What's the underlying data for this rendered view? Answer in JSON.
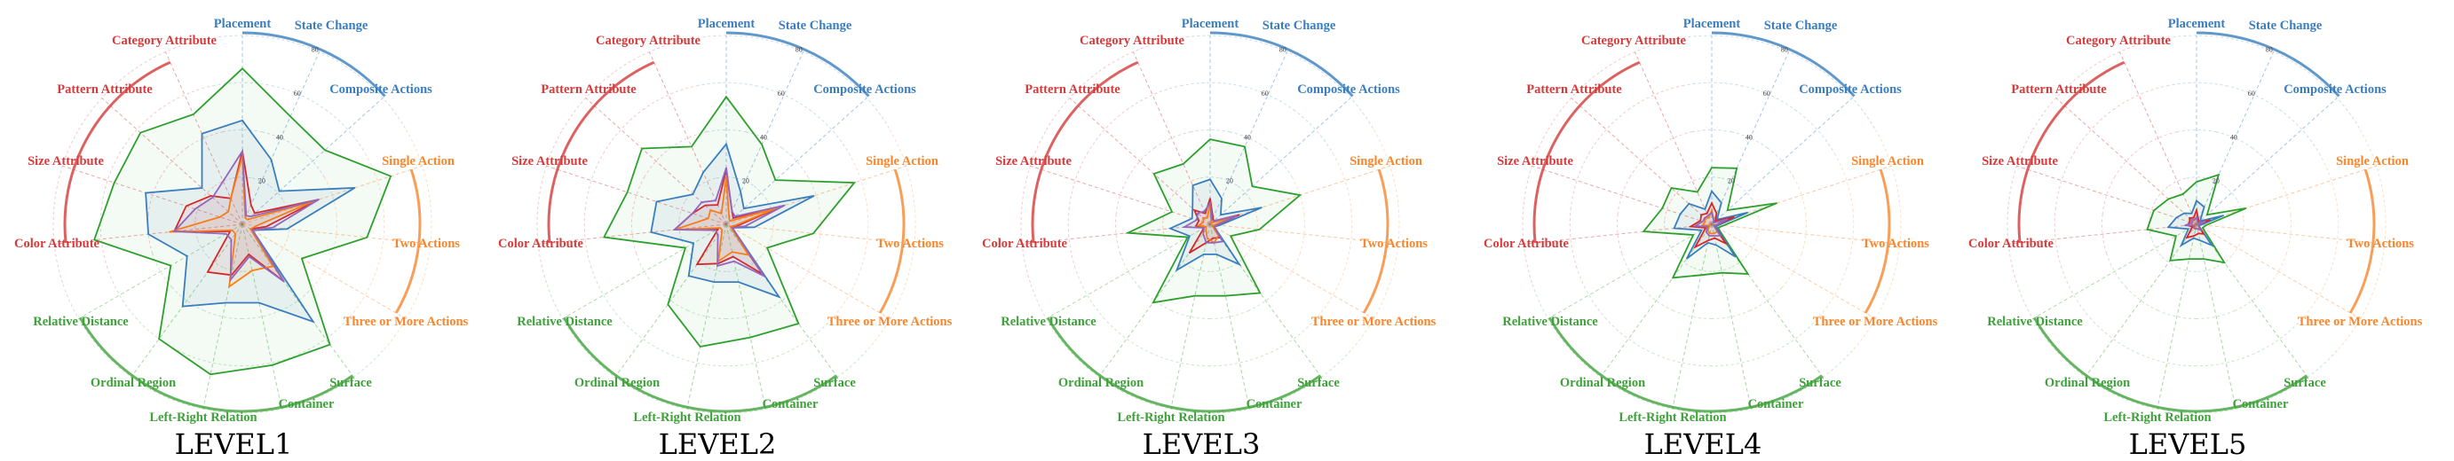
{
  "chart_data": [
    {
      "type": "radar",
      "title": "LEVEL1",
      "categories": [
        "Placement",
        "State Change",
        "Composite Actions",
        "Single Action",
        "Two Actions",
        "Three or More Actions",
        "Surface",
        "Container",
        "Left-Right Relation",
        "Ordinal Region",
        "Relative Distance",
        "Color Attribute",
        "Size Attribute",
        "Pattern Attribute",
        "Category Attribute"
      ],
      "category_colors": [
        "#3a7ebf",
        "#3a7ebf",
        "#3a7ebf",
        "#f8862c",
        "#f8862c",
        "#f8862c",
        "#3ea13a",
        "#3ea13a",
        "#3ea13a",
        "#3ea13a",
        "#3ea13a",
        "#d63a3a",
        "#d63a3a",
        "#d63a3a",
        "#d63a3a"
      ],
      "rlim": [
        0,
        80
      ],
      "rticks": [
        "20",
        "40",
        "60",
        "80"
      ],
      "grid": true,
      "series": [
        {
          "color": "#2ca02c",
          "values": [
            66,
            50,
            47,
            66,
            53,
            29,
            63,
            61,
            65,
            60,
            35,
            63,
            57,
            58,
            51
          ]
        },
        {
          "color": "#3a7ebf",
          "values": [
            44,
            30,
            21,
            50,
            19,
            5,
            51,
            34,
            34,
            43,
            27,
            40,
            43,
            23,
            42
          ]
        },
        {
          "color": "#d62728",
          "values": [
            31,
            9,
            7,
            34,
            10,
            4,
            30,
            13,
            22,
            25,
            6,
            29,
            25,
            18,
            12
          ]
        },
        {
          "color": "#ff7f0e",
          "values": [
            29,
            3,
            3,
            32,
            6,
            4,
            22,
            20,
            27,
            5,
            5,
            31,
            10,
            8,
            12
          ]
        },
        {
          "color": "#9467bd",
          "values": [
            31,
            4,
            5,
            34,
            13,
            5,
            30,
            14,
            24,
            8,
            8,
            29,
            21,
            17,
            20
          ]
        }
      ]
    },
    {
      "type": "radar",
      "title": "LEVEL2",
      "categories": [
        "Placement",
        "State Change",
        "Composite Actions",
        "Single Action",
        "Two Actions",
        "Three or More Actions",
        "Surface",
        "Container",
        "Left-Right Relation",
        "Ordinal Region",
        "Relative Distance",
        "Color Attribute",
        "Size Attribute",
        "Pattern Attribute",
        "Category Attribute"
      ],
      "category_colors": [
        "#3a7ebf",
        "#3a7ebf",
        "#3a7ebf",
        "#f8862c",
        "#f8862c",
        "#f8862c",
        "#3ea13a",
        "#3ea13a",
        "#3ea13a",
        "#3ea13a",
        "#3ea13a",
        "#d63a3a",
        "#d63a3a",
        "#d63a3a",
        "#d63a3a"
      ],
      "rlim": [
        0,
        80
      ],
      "rticks": [
        "20",
        "40",
        "60",
        "80"
      ],
      "grid": true,
      "series": [
        {
          "color": "#2ca02c",
          "values": [
            54,
            37,
            28,
            57,
            37,
            20,
            52,
            49,
            53,
            42,
            20,
            52,
            44,
            48,
            36
          ]
        },
        {
          "color": "#3a7ebf",
          "values": [
            34,
            15,
            10,
            39,
            12,
            3,
            38,
            25,
            25,
            27,
            16,
            32,
            31,
            19,
            24
          ]
        },
        {
          "color": "#d62728",
          "values": [
            23,
            6,
            4,
            25,
            5,
            2,
            26,
            14,
            17,
            21,
            4,
            22,
            15,
            12,
            9
          ]
        },
        {
          "color": "#ff7f0e",
          "values": [
            20,
            3,
            2,
            23,
            4,
            2,
            16,
            12,
            16,
            3,
            3,
            22,
            8,
            9,
            5
          ]
        },
        {
          "color": "#9467bd",
          "values": [
            24,
            6,
            5,
            26,
            8,
            3,
            27,
            16,
            18,
            6,
            5,
            22,
            15,
            14,
            11
          ]
        }
      ]
    },
    {
      "type": "radar",
      "title": "LEVEL3",
      "categories": [
        "Placement",
        "State Change",
        "Composite Actions",
        "Single Action",
        "Two Actions",
        "Three or More Actions",
        "Surface",
        "Container",
        "Left-Right Relation",
        "Ordinal Region",
        "Relative Distance",
        "Color Attribute",
        "Size Attribute",
        "Pattern Attribute",
        "Category Attribute"
      ],
      "category_colors": [
        "#3a7ebf",
        "#3a7ebf",
        "#3a7ebf",
        "#f8862c",
        "#f8862c",
        "#f8862c",
        "#3ea13a",
        "#3ea13a",
        "#3ea13a",
        "#3ea13a",
        "#3ea13a",
        "#d63a3a",
        "#d63a3a",
        "#d63a3a",
        "#d63a3a"
      ],
      "rlim": [
        0,
        80
      ],
      "rticks": [
        "20",
        "40",
        "60",
        "80"
      ],
      "grid": true,
      "series": [
        {
          "color": "#2ca02c",
          "values": [
            36,
            36,
            24,
            40,
            21,
            10,
            36,
            31,
            31,
            41,
            11,
            35,
            17,
            32,
            28
          ]
        },
        {
          "color": "#3a7ebf",
          "values": [
            19,
            12,
            6,
            23,
            4,
            2,
            21,
            13,
            13,
            24,
            10,
            17,
            8,
            10,
            18
          ]
        },
        {
          "color": "#d62728",
          "values": [
            11,
            3,
            2,
            13,
            3,
            2,
            7,
            6,
            8,
            15,
            3,
            6,
            5,
            9,
            5
          ]
        },
        {
          "color": "#ff7f0e",
          "values": [
            9,
            1,
            1,
            10,
            2,
            1,
            6,
            8,
            6,
            3,
            2,
            5,
            3,
            4,
            3
          ]
        },
        {
          "color": "#9467bd",
          "values": [
            9,
            2,
            2,
            12,
            3,
            2,
            9,
            8,
            8,
            5,
            3,
            11,
            6,
            7,
            6
          ]
        }
      ]
    },
    {
      "type": "radar",
      "title": "LEVEL4",
      "categories": [
        "Placement",
        "State Change",
        "Composite Actions",
        "Single Action",
        "Two Actions",
        "Three or More Actions",
        "Surface",
        "Container",
        "Left-Right Relation",
        "Ordinal Region",
        "Relative Distance",
        "Color Attribute",
        "Size Attribute",
        "Pattern Attribute",
        "Category Attribute"
      ],
      "category_colors": [
        "#3a7ebf",
        "#3a7ebf",
        "#3a7ebf",
        "#f8862c",
        "#f8862c",
        "#f8862c",
        "#3ea13a",
        "#3ea13a",
        "#3ea13a",
        "#3ea13a",
        "#3ea13a",
        "#d63a3a",
        "#d63a3a",
        "#d63a3a",
        "#d63a3a"
      ],
      "rlim": [
        0,
        80
      ],
      "rticks": [
        "20",
        "40",
        "60",
        "80"
      ],
      "grid": true,
      "series": [
        {
          "color": "#2ca02c",
          "values": [
            24,
            26,
            9,
            29,
            5,
            3,
            26,
            21,
            22,
            28,
            9,
            29,
            22,
            23,
            15
          ]
        },
        {
          "color": "#3a7ebf",
          "values": [
            14,
            10,
            3,
            16,
            3,
            2,
            17,
            9,
            8,
            18,
            5,
            16,
            14,
            13,
            7
          ]
        },
        {
          "color": "#d62728",
          "values": [
            9,
            5,
            2,
            10,
            2,
            1,
            10,
            6,
            7,
            12,
            3,
            9,
            5,
            6,
            5
          ]
        },
        {
          "color": "#ff7f0e",
          "values": [
            6,
            2,
            1,
            6,
            2,
            1,
            4,
            4,
            4,
            3,
            1,
            4,
            3,
            4,
            3
          ]
        },
        {
          "color": "#9467bd",
          "values": [
            5,
            2,
            1,
            7,
            2,
            1,
            6,
            5,
            5,
            4,
            2,
            7,
            4,
            4,
            4
          ]
        }
      ]
    },
    {
      "type": "radar",
      "title": "LEVEL5",
      "categories": [
        "Placement",
        "State Change",
        "Composite Actions",
        "Single Action",
        "Two Actions",
        "Three or More Actions",
        "Surface",
        "Container",
        "Left-Right Relation",
        "Ordinal Region",
        "Relative Distance",
        "Color Attribute",
        "Size Attribute",
        "Pattern Attribute",
        "Category Attribute"
      ],
      "category_colors": [
        "#3a7ebf",
        "#3a7ebf",
        "#3a7ebf",
        "#f8862c",
        "#f8862c",
        "#f8862c",
        "#3ea13a",
        "#3ea13a",
        "#3ea13a",
        "#3ea13a",
        "#3ea13a",
        "#d63a3a",
        "#d63a3a",
        "#d63a3a",
        "#d63a3a"
      ],
      "rlim": [
        0,
        80
      ],
      "rticks": [
        "20",
        "40",
        "60",
        "80"
      ],
      "grid": true,
      "series": [
        {
          "color": "#2ca02c",
          "values": [
            18,
            23,
            6,
            22,
            4,
            3,
            20,
            15,
            15,
            19,
            10,
            21,
            19,
            16,
            14
          ]
        },
        {
          "color": "#3a7ebf",
          "values": [
            10,
            8,
            2,
            12,
            2,
            1,
            11,
            7,
            6,
            11,
            4,
            12,
            9,
            7,
            5
          ]
        },
        {
          "color": "#d62728",
          "values": [
            6,
            2,
            1,
            6,
            1,
            1,
            5,
            4,
            5,
            7,
            2,
            4,
            3,
            4,
            3
          ]
        },
        {
          "color": "#ff7f0e",
          "values": [
            3,
            1,
            1,
            3,
            1,
            1,
            2,
            2,
            2,
            1,
            1,
            2,
            2,
            2,
            2
          ]
        },
        {
          "color": "#9467bd",
          "values": [
            3,
            1,
            1,
            4,
            1,
            1,
            3,
            2,
            2,
            2,
            1,
            5,
            2,
            3,
            2
          ]
        }
      ]
    }
  ]
}
